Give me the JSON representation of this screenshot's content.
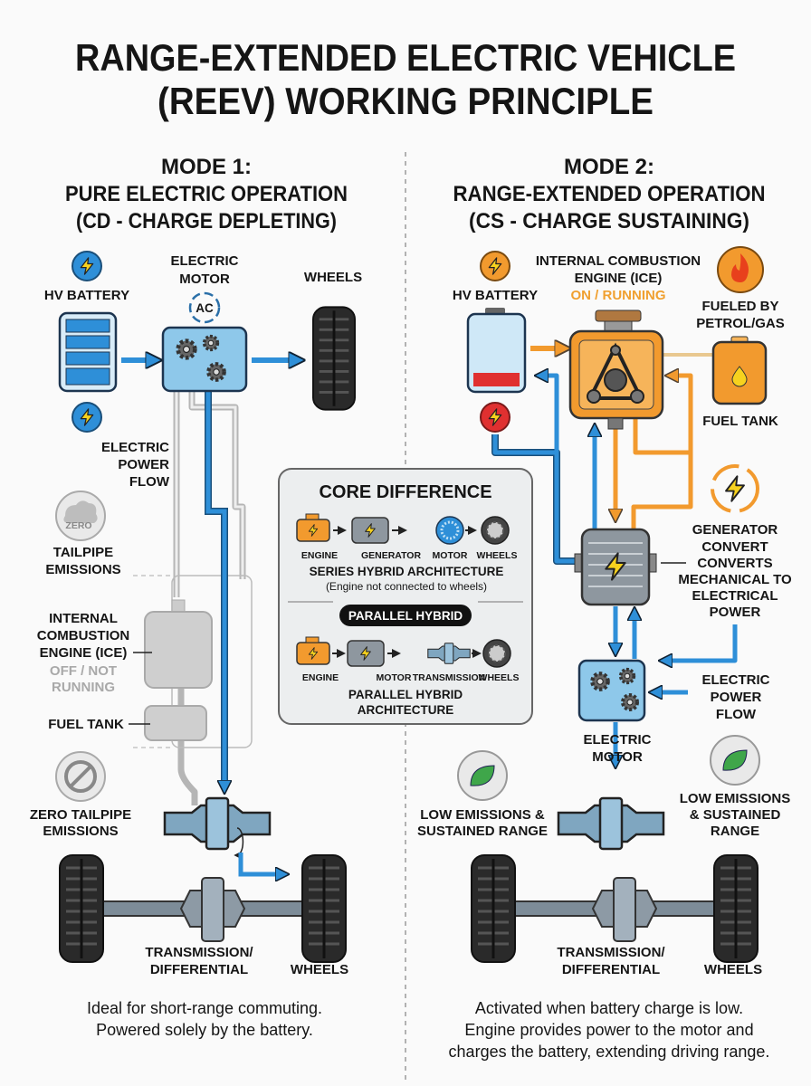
{
  "title": [
    "RANGE-EXTENDED ELECTRIC VEHICLE",
    "(REEV) WORKING PRINCIPLE"
  ],
  "colors": {
    "electric_blue": "#2e8fd8",
    "engine_orange": "#f29a2e",
    "battery_low_red": "#e03030",
    "inactive_gray": "#b8b8b8"
  },
  "mode1": {
    "heading": [
      "MODE 1:",
      "PURE ELECTRIC OPERATION",
      "(CD - CHARGE DEPLETING)"
    ],
    "hv_battery": "HV BATTERY",
    "electric_motor": [
      "ELECTRIC",
      "MOTOR"
    ],
    "ac_badge": "AC",
    "wheels_top": "WHEELS",
    "power_flow": [
      "ELECTRIC",
      "POWER",
      "FLOW"
    ],
    "zero_badge": "ZERO",
    "tailpipe": [
      "TAILPIPE",
      "EMISSIONS"
    ],
    "ice": [
      "INTERNAL",
      "COMBUSTION",
      "ENGINE (ICE)"
    ],
    "ice_status": [
      "OFF / NOT",
      "RUNNING"
    ],
    "fuel_tank": "FUEL TANK",
    "zero_tailpipe": [
      "ZERO TAILPIPE",
      "EMISSIONS"
    ],
    "transmission": [
      "TRANSMISSION/",
      "DIFFERENTIAL"
    ],
    "wheels_bottom": "WHEELS",
    "caption": [
      "Ideal for short-range commuting.",
      "Powered solely by the battery."
    ]
  },
  "mode2": {
    "heading": [
      "MODE 2:",
      "RANGE-EXTENDED OPERATION",
      "(CS - CHARGE SUSTAINING)"
    ],
    "hv_battery": "HV BATTERY",
    "ice": [
      "INTERNAL COMBUSTION",
      "ENGINE (ICE)"
    ],
    "ice_status": "ON / RUNNING",
    "fueled_by": [
      "FUELED BY",
      "PETROL/GAS"
    ],
    "fuel_tank": "FUEL TANK",
    "generator": [
      "GENERATOR",
      "CONVERT",
      "CONVERTS",
      "MECHANICAL TO",
      "ELECTRICAL",
      "POWER"
    ],
    "power_flow": [
      "ELECTRIC",
      "POWER",
      "FLOW"
    ],
    "electric_motor": [
      "ELECTRIC",
      "MOTOR"
    ],
    "low_emissions_left": [
      "LOW EMISSIONS &",
      "SUSTAINED RANGE"
    ],
    "low_emissions_right": [
      "LOW EMISSIONS",
      "& SUSTAINED",
      "RANGE"
    ],
    "transmission": [
      "TRANSMISSION/",
      "DIFFERENTIAL"
    ],
    "wheels_bottom": "WHEELS",
    "caption": [
      "Activated when battery charge is low.",
      "Engine provides power to the motor and",
      "charges the battery, extending driving range."
    ]
  },
  "core": {
    "title": "CORE DIFFERENCE",
    "series_labels": [
      "ENGINE",
      "GENERATOR",
      "MOTOR",
      "WHEELS"
    ],
    "series_title": "SERIES HYBRID ARCHITECTURE",
    "series_note": "(Engine not connected to wheels)",
    "parallel_badge": "PARALLEL HYBRID",
    "parallel_labels": [
      "ENGINE",
      "MOTOR",
      "TRANSMISSION",
      "WHEELS"
    ],
    "parallel_title": [
      "PARALLEL HYBRID",
      "ARCHITECTURE"
    ]
  }
}
